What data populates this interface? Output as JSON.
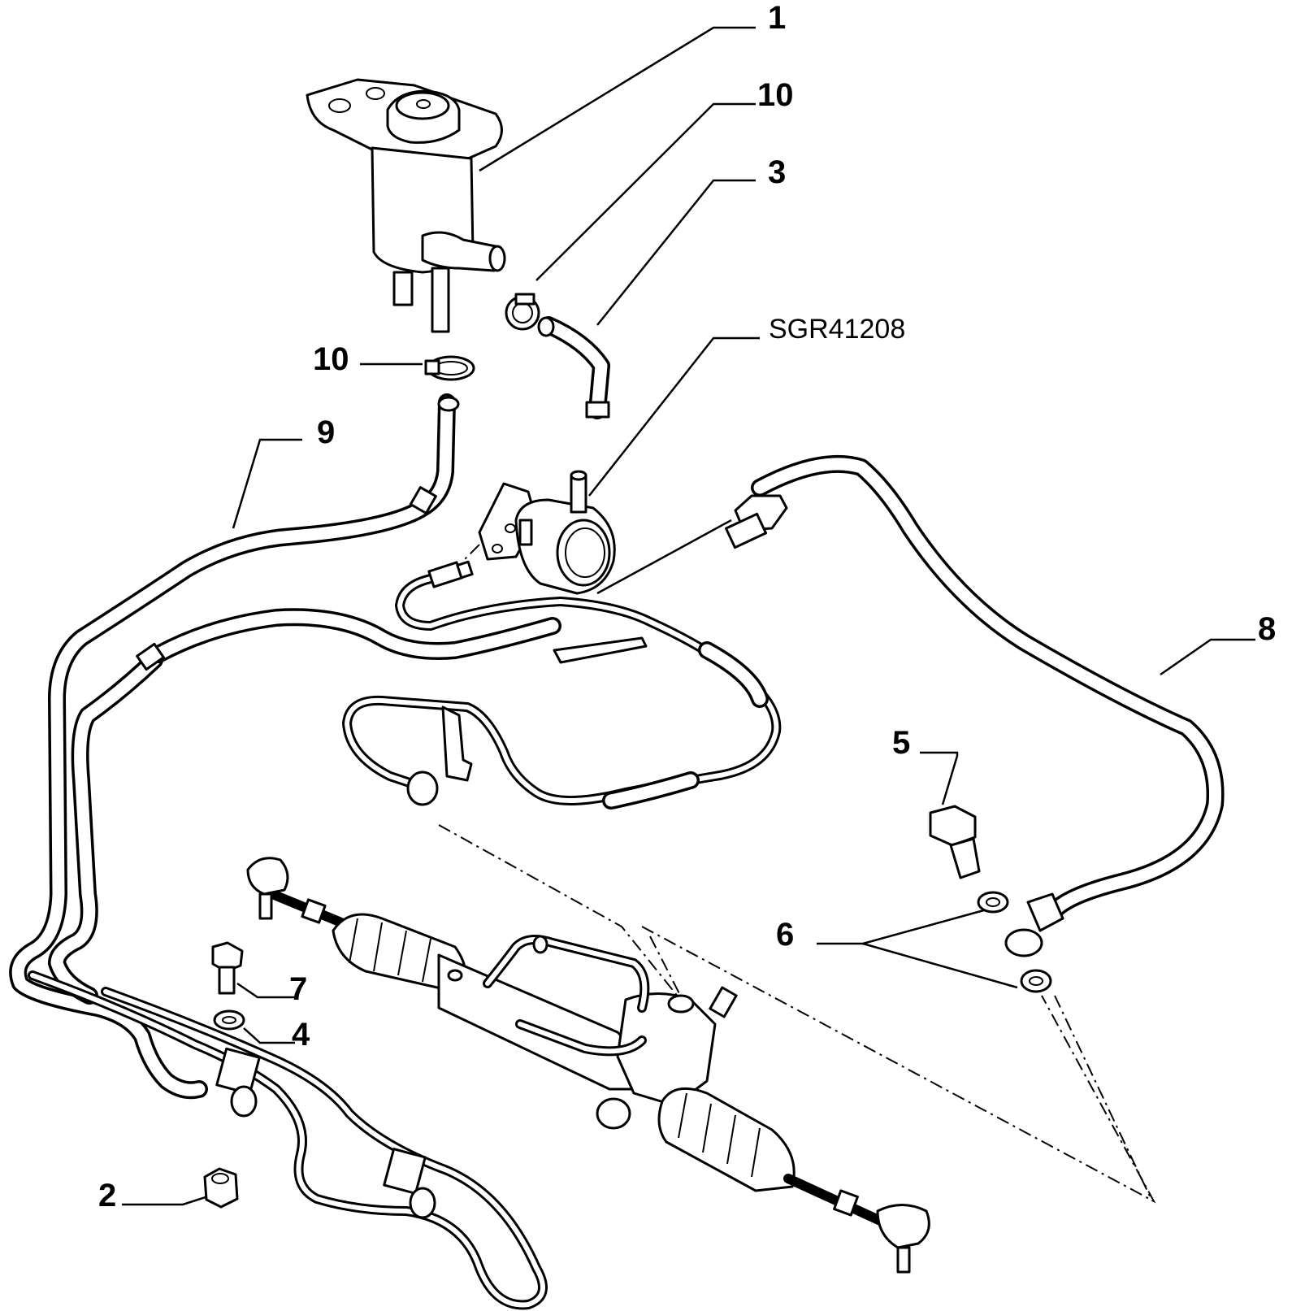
{
  "diagram": {
    "code": "SGR41208",
    "labels": {
      "l1": "1",
      "l10a": "10",
      "l3": "3",
      "l10b": "10",
      "l9": "9",
      "l8": "8",
      "l5": "5",
      "l6": "6",
      "l7": "7",
      "l4": "4",
      "l2": "2"
    }
  }
}
